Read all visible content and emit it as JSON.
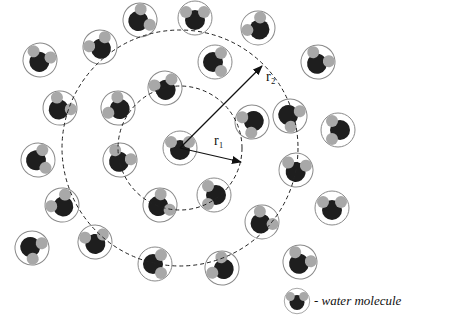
{
  "diagram": {
    "labels": [
      "r₁",
      "r₂"
    ],
    "legend": [
      {
        "text": "- water molecule"
      }
    ]
  }
}
